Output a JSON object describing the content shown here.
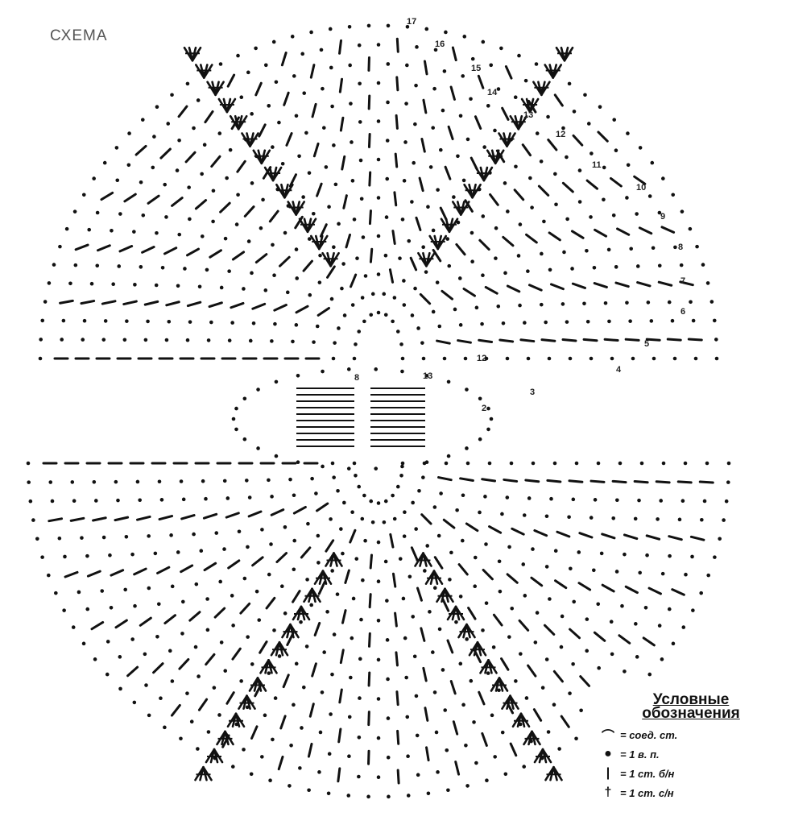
{
  "title": "СХЕМА",
  "row_numbers_top": [
    "17",
    "16",
    "15",
    "14",
    "13",
    "12",
    "11",
    "10",
    "9",
    "8",
    "7",
    "6",
    "5",
    "4",
    "3",
    "2"
  ],
  "center_labels": [
    "8",
    "13",
    "12"
  ],
  "legend": {
    "title_line1": "Условные",
    "title_line2": "обозначения",
    "items": [
      {
        "symbol_icon": "arc-icon",
        "text": "= соед. ст."
      },
      {
        "symbol_icon": "dot-icon",
        "text": "= 1 в. п."
      },
      {
        "symbol_icon": "bar-icon",
        "text": "= 1 ст. б/н"
      },
      {
        "symbol_icon": "cross-icon",
        "text": "= 1 ст. с/н"
      }
    ]
  }
}
